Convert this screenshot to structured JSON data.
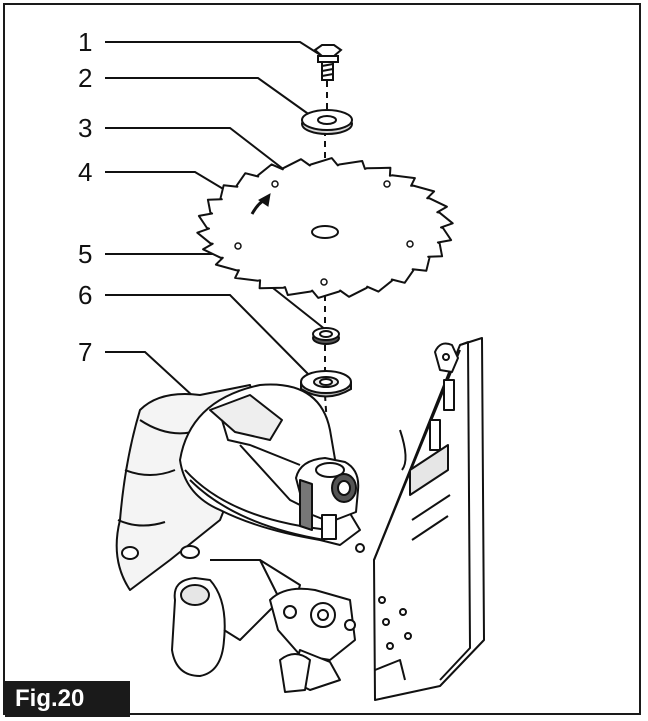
{
  "figure_label": "Fig.20",
  "callouts": [
    "1",
    "2",
    "3",
    "4",
    "5",
    "6",
    "7"
  ],
  "parts": [
    {
      "icon": "hex-bolt-icon"
    },
    {
      "icon": "outer-flange-washer-icon"
    },
    {
      "icon": "saw-blade-icon"
    },
    {
      "icon": "rotation-arrow-icon"
    },
    {
      "icon": "ring-spacer-icon"
    },
    {
      "icon": "inner-flange-icon"
    },
    {
      "icon": "blade-guard-icon"
    }
  ],
  "colors": {
    "line": "#111111",
    "label_bg": "#1a1a1a",
    "label_text": "#ffffff",
    "shade": "#d9d9d9"
  }
}
